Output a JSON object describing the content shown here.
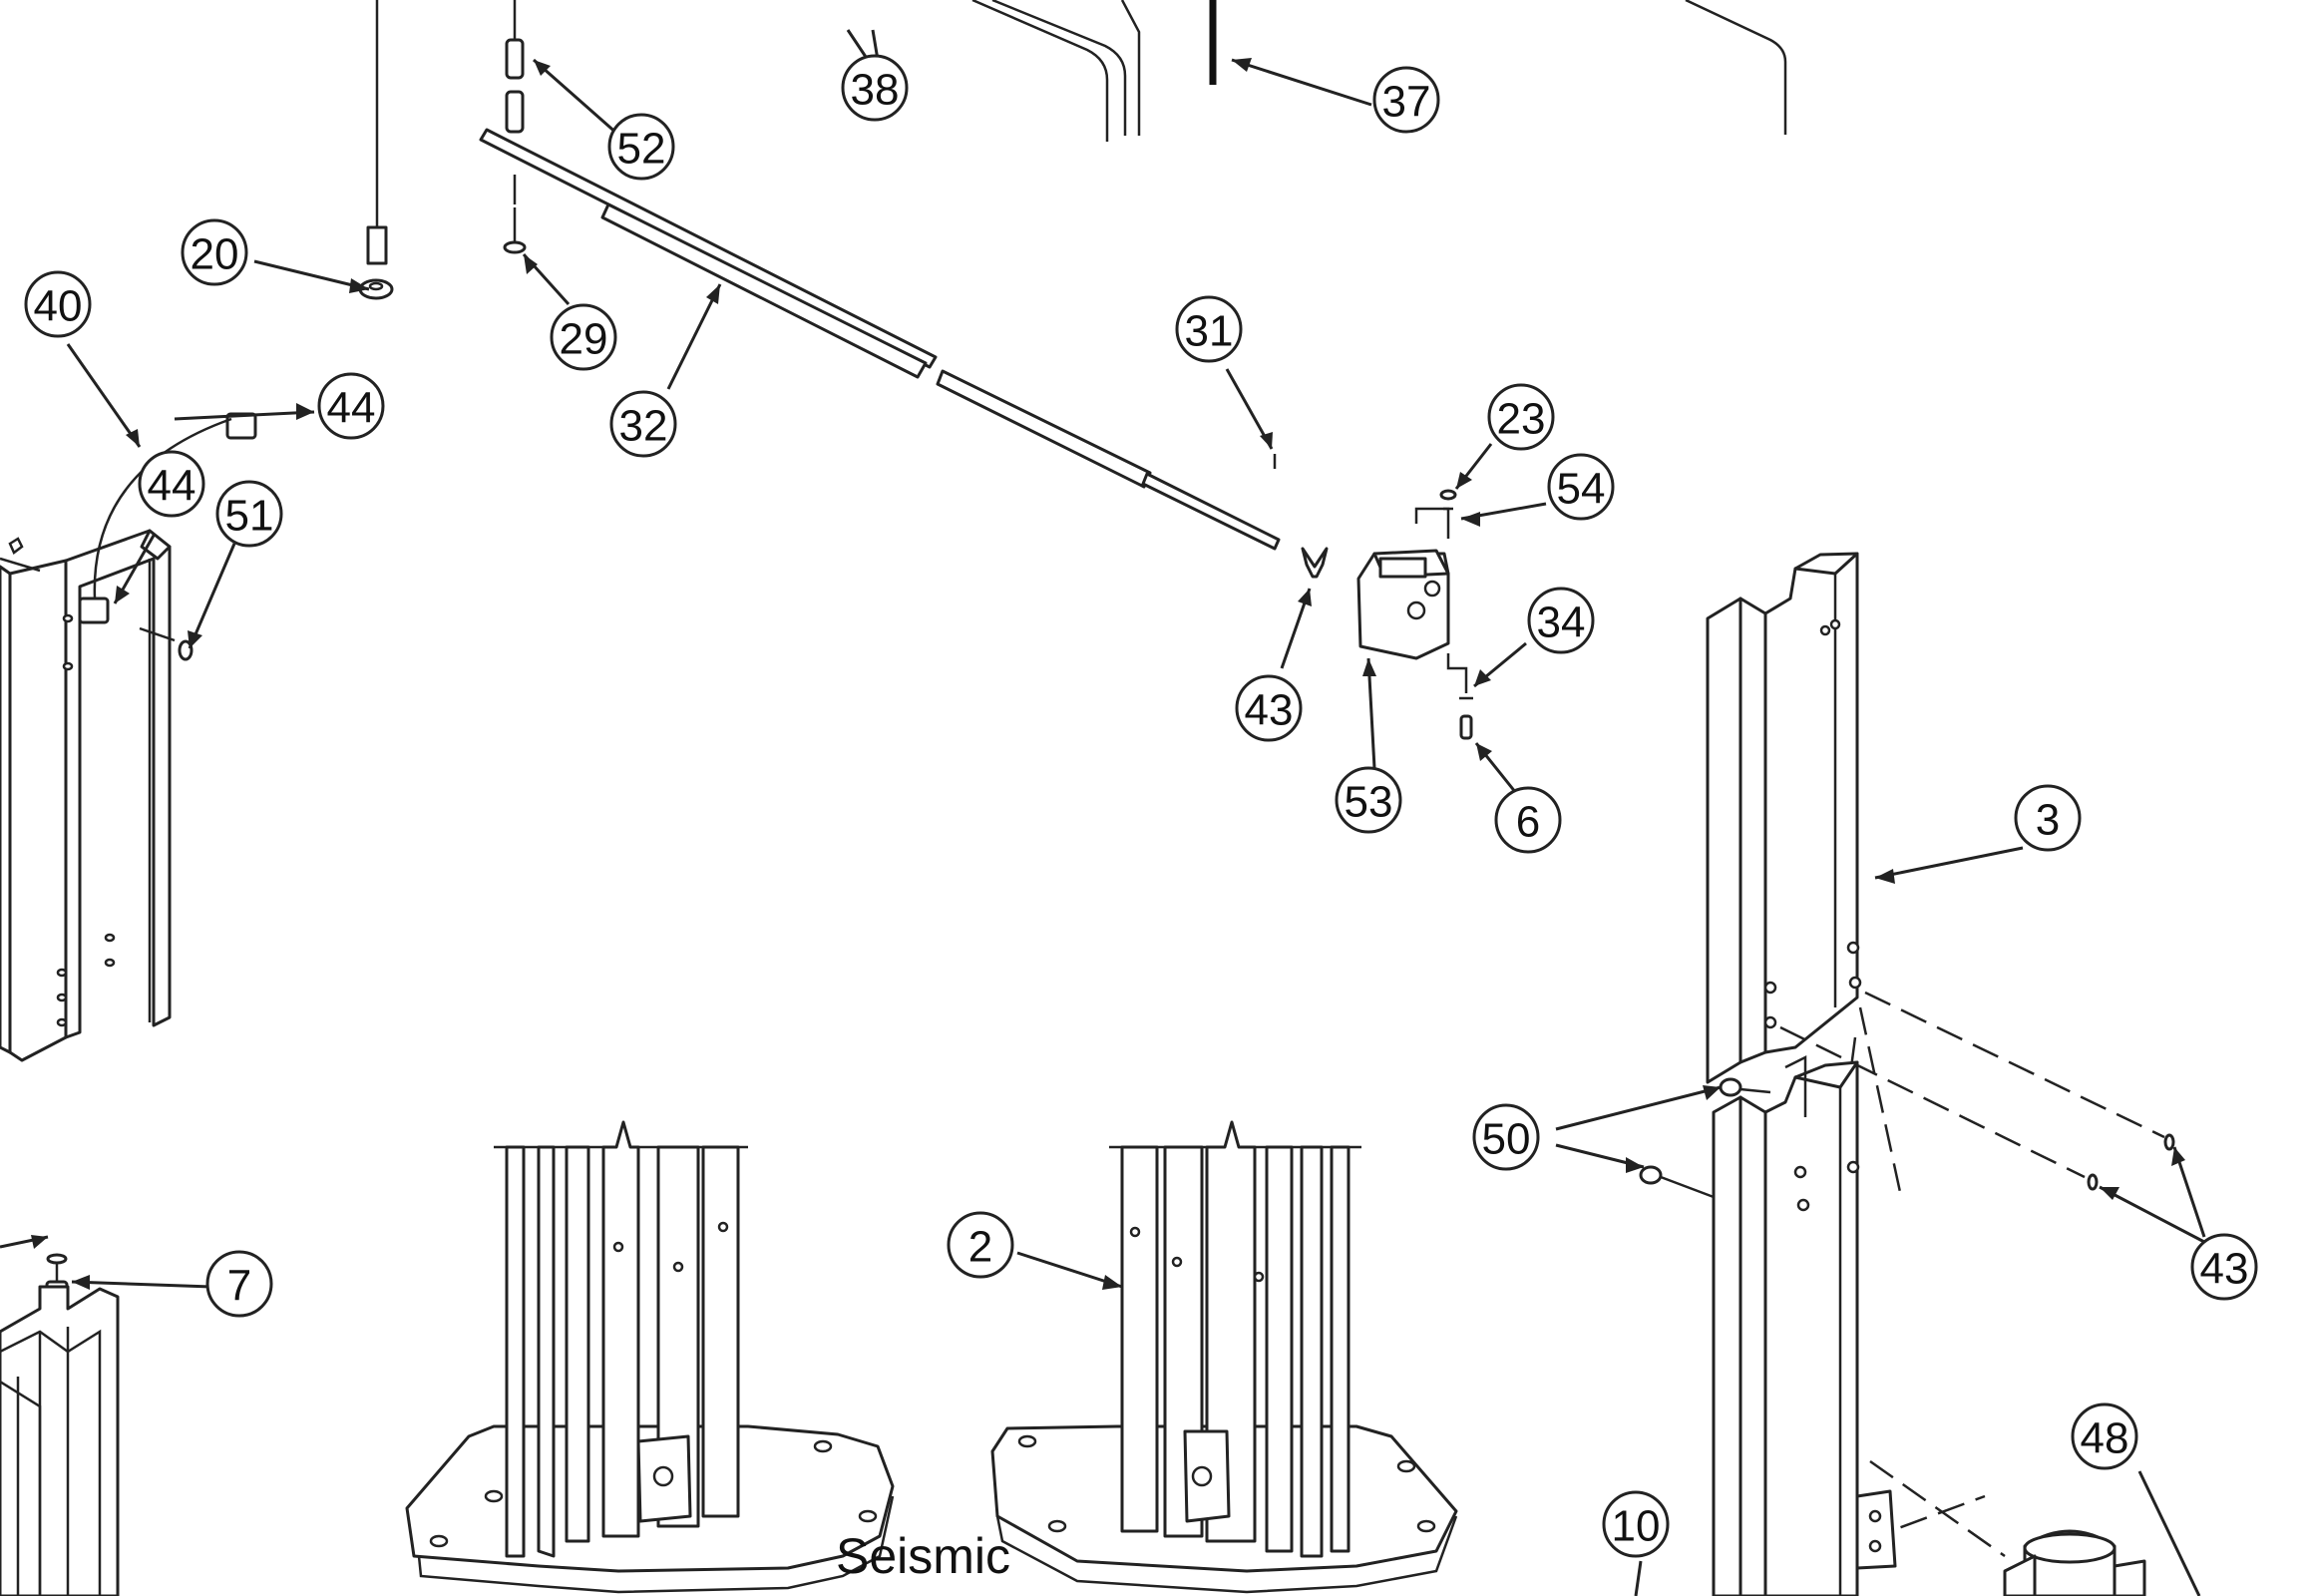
{
  "diagram": {
    "callouts": [
      {
        "id": "c38",
        "label": "38"
      },
      {
        "id": "c37",
        "label": "37"
      },
      {
        "id": "c52",
        "label": "52"
      },
      {
        "id": "c20",
        "label": "20"
      },
      {
        "id": "c29",
        "label": "29"
      },
      {
        "id": "c40",
        "label": "40"
      },
      {
        "id": "c44a",
        "label": "44"
      },
      {
        "id": "c44b",
        "label": "44"
      },
      {
        "id": "c51",
        "label": "51"
      },
      {
        "id": "c32",
        "label": "32"
      },
      {
        "id": "c31",
        "label": "31"
      },
      {
        "id": "c23",
        "label": "23"
      },
      {
        "id": "c54",
        "label": "54"
      },
      {
        "id": "c34",
        "label": "34"
      },
      {
        "id": "c43a",
        "label": "43"
      },
      {
        "id": "c53",
        "label": "53"
      },
      {
        "id": "c6",
        "label": "6"
      },
      {
        "id": "c3",
        "label": "3"
      },
      {
        "id": "c50",
        "label": "50"
      },
      {
        "id": "c43b",
        "label": "43"
      },
      {
        "id": "c7",
        "label": "7"
      },
      {
        "id": "c2",
        "label": "2"
      },
      {
        "id": "c10",
        "label": "10"
      },
      {
        "id": "c48",
        "label": "48"
      }
    ],
    "caption": "Seismic"
  }
}
